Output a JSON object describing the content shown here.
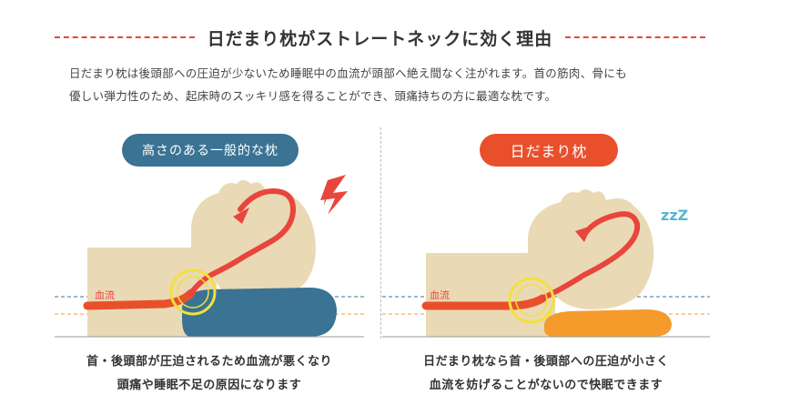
{
  "header": {
    "title": "日だまり枕がストレートネックに効く理由"
  },
  "intro": {
    "line1": "日だまり枕は後頭部への圧迫が少ないため睡眠中の血流が頭部へ絶え間なく注がれます。首の筋肉、骨にも",
    "line2": "優しい弾力性のため、起床時のスッキリ感を得ることができ、頭痛持ちの方に最適な枕です。"
  },
  "left": {
    "badge": "高さのある一般的な枕",
    "blood_label": "血流",
    "caption_line1": "首・後頭部が圧迫されるため血流が悪くなり",
    "caption_line2": "頭痛や睡眠不足の原因になります"
  },
  "right": {
    "badge": "日だまり枕",
    "blood_label": "血流",
    "caption_line1": "日だまり枕なら首・後頭部への圧迫が小さく",
    "caption_line2": "血流を妨げることがないので快眠できます",
    "sleep_letters": "zzZ"
  },
  "colors": {
    "accent_red": "#e8453c",
    "navy": "#3a7393",
    "orange": "#ea4f2c",
    "skin": "#ead9b5",
    "pillow_blue": "#3a7393",
    "pillow_orange": "#f59b2c",
    "circle_yellow": "#f2e13a",
    "zzz_blue": "#5ab4d6"
  }
}
